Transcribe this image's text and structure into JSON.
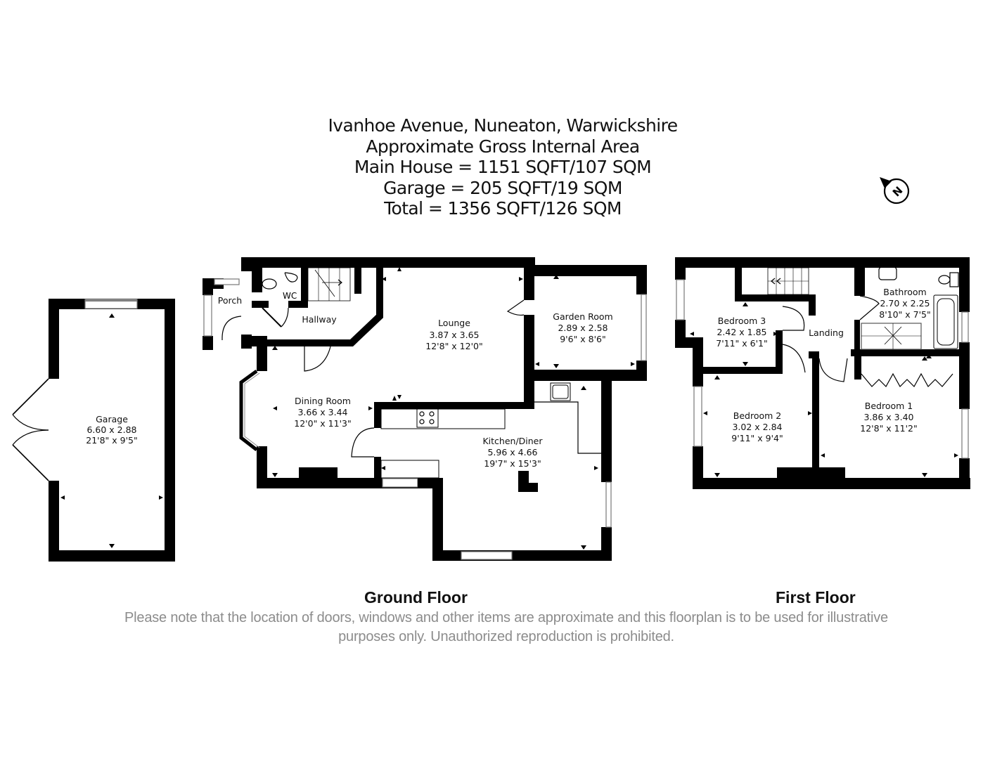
{
  "header": {
    "address": "Ivanhoe Avenue, Nuneaton, Warwickshire",
    "area_title": "Approximate Gross Internal Area",
    "main_house": "Main House = 1151 SQFT/107 SQM",
    "garage": "Garage = 205 SQFT/19 SQM",
    "total": "Total = 1356 SQFT/126 SQM"
  },
  "compass": {
    "icon": "north-arrow-icon",
    "letter": "N"
  },
  "floors": {
    "ground": {
      "label": "Ground Floor",
      "rooms": [
        {
          "name": "Porch"
        },
        {
          "name": "WC",
          "symbol": "WC"
        },
        {
          "name": "Hallway"
        },
        {
          "name": "Lounge",
          "metric": "3.87 x 3.65",
          "imperial": "12'8\" x 12'0\""
        },
        {
          "name": "Garden Room",
          "metric": "2.89 x 2.58",
          "imperial": "9'6\" x 8'6\""
        },
        {
          "name": "Dining Room",
          "metric": "3.66 x 3.44",
          "imperial": "12'0\" x 11'3\""
        },
        {
          "name": "Kitchen/Diner",
          "metric": "5.96 x 4.66",
          "imperial": "19'7\" x 15'3\""
        }
      ]
    },
    "garage": {
      "rooms": [
        {
          "name": "Garage",
          "metric": "6.60 x 2.88",
          "imperial": "21'8\" x 9'5\""
        }
      ]
    },
    "first": {
      "label": "First Floor",
      "rooms": [
        {
          "name": "Bedroom 3",
          "metric": "2.42 x 1.85",
          "imperial": "7'11\" x 6'1\""
        },
        {
          "name": "Landing"
        },
        {
          "name": "Bathroom",
          "metric": "2.70 x 2.25",
          "imperial": "8'10\" x 7'5\""
        },
        {
          "name": "Bedroom 2",
          "metric": "3.02 x 2.84",
          "imperial": "9'11\" x 9'4\""
        },
        {
          "name": "Bedroom 1",
          "metric": "3.86 x 3.40",
          "imperial": "12'8\" x 11'2\""
        }
      ]
    }
  },
  "footer": {
    "disclaimer_line1": "Please note that the location of doors, windows and other items are approximate and this floorplan is to be used for illustrative",
    "disclaimer_line2": "purposes only. Unauthorized reproduction is prohibited."
  }
}
